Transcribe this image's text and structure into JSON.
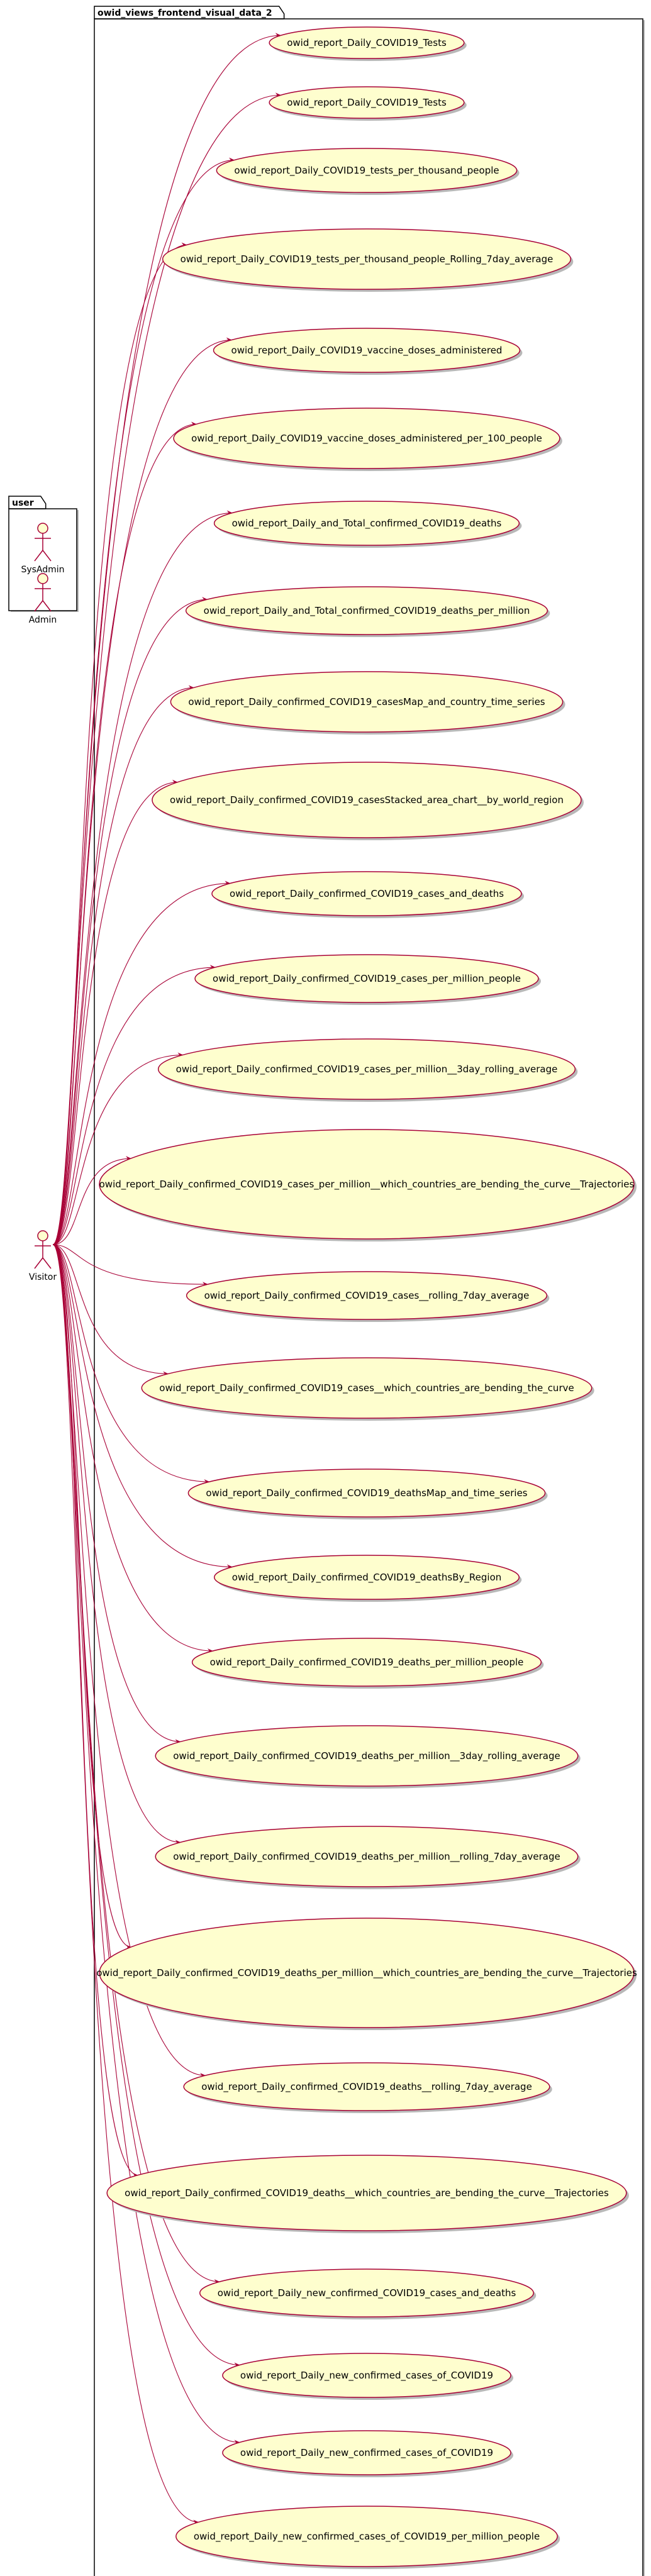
{
  "diagram": {
    "type": "uml-use-case",
    "colors": {
      "background": "#FFFFFF",
      "usecase_fill": "#FEFECE",
      "usecase_stroke": "#A80036",
      "actor_fill": "#FEFECE",
      "actor_stroke": "#A80036",
      "association_line": "#A80036",
      "package_stroke": "#000000",
      "shadow": "#B8B8B8"
    },
    "packages": [
      {
        "id": "user",
        "title": "user"
      },
      {
        "id": "frontend",
        "title": "owid_views_frontend_visual_data_2"
      }
    ],
    "actors": [
      {
        "id": "sysadmin",
        "label": "SysAdmin",
        "package": "user"
      },
      {
        "id": "admin",
        "label": "Admin",
        "package": "user"
      },
      {
        "id": "visitor",
        "label": "Visitor",
        "package": null
      }
    ],
    "usecases": [
      "owid_report_Daily_COVID19_Tests",
      "owid_report_Daily_COVID19_Tests",
      "owid_report_Daily_COVID19_tests_per_thousand_people",
      "owid_report_Daily_COVID19_tests_per_thousand_people_Rolling_7day_average",
      "owid_report_Daily_COVID19_vaccine_doses_administered",
      "owid_report_Daily_COVID19_vaccine_doses_administered_per_100_people",
      "owid_report_Daily_and_Total_confirmed_COVID19_deaths",
      "owid_report_Daily_and_Total_confirmed_COVID19_deaths_per_million",
      "owid_report_Daily_confirmed_COVID19_casesMap_and_country_time_series",
      "owid_report_Daily_confirmed_COVID19_casesStacked_area_chart__by_world_region",
      "owid_report_Daily_confirmed_COVID19_cases_and_deaths",
      "owid_report_Daily_confirmed_COVID19_cases_per_million_people",
      "owid_report_Daily_confirmed_COVID19_cases_per_million__3day_rolling_average",
      "owid_report_Daily_confirmed_COVID19_cases_per_million__which_countries_are_bending_the_curve__Trajectories",
      "owid_report_Daily_confirmed_COVID19_cases__rolling_7day_average",
      "owid_report_Daily_confirmed_COVID19_cases__which_countries_are_bending_the_curve",
      "owid_report_Daily_confirmed_COVID19_deathsMap_and_time_series",
      "owid_report_Daily_confirmed_COVID19_deathsBy_Region",
      "owid_report_Daily_confirmed_COVID19_deaths_per_million_people",
      "owid_report_Daily_confirmed_COVID19_deaths_per_million__3day_rolling_average",
      "owid_report_Daily_confirmed_COVID19_deaths_per_million__rolling_7day_average",
      "owid_report_Daily_confirmed_COVID19_deaths_per_million__which_countries_are_bending_the_curve__Trajectories",
      "owid_report_Daily_confirmed_COVID19_deaths__rolling_7day_average",
      "owid_report_Daily_confirmed_COVID19_deaths__which_countries_are_bending_the_curve__Trajectories",
      "owid_report_Daily_new_confirmed_COVID19_cases_and_deaths",
      "owid_report_Daily_new_confirmed_cases_of_COVID19",
      "owid_report_Daily_new_confirmed_cases_of_COVID19",
      "owid_report_Daily_new_confirmed_cases_of_COVID19_per_million_people"
    ]
  }
}
